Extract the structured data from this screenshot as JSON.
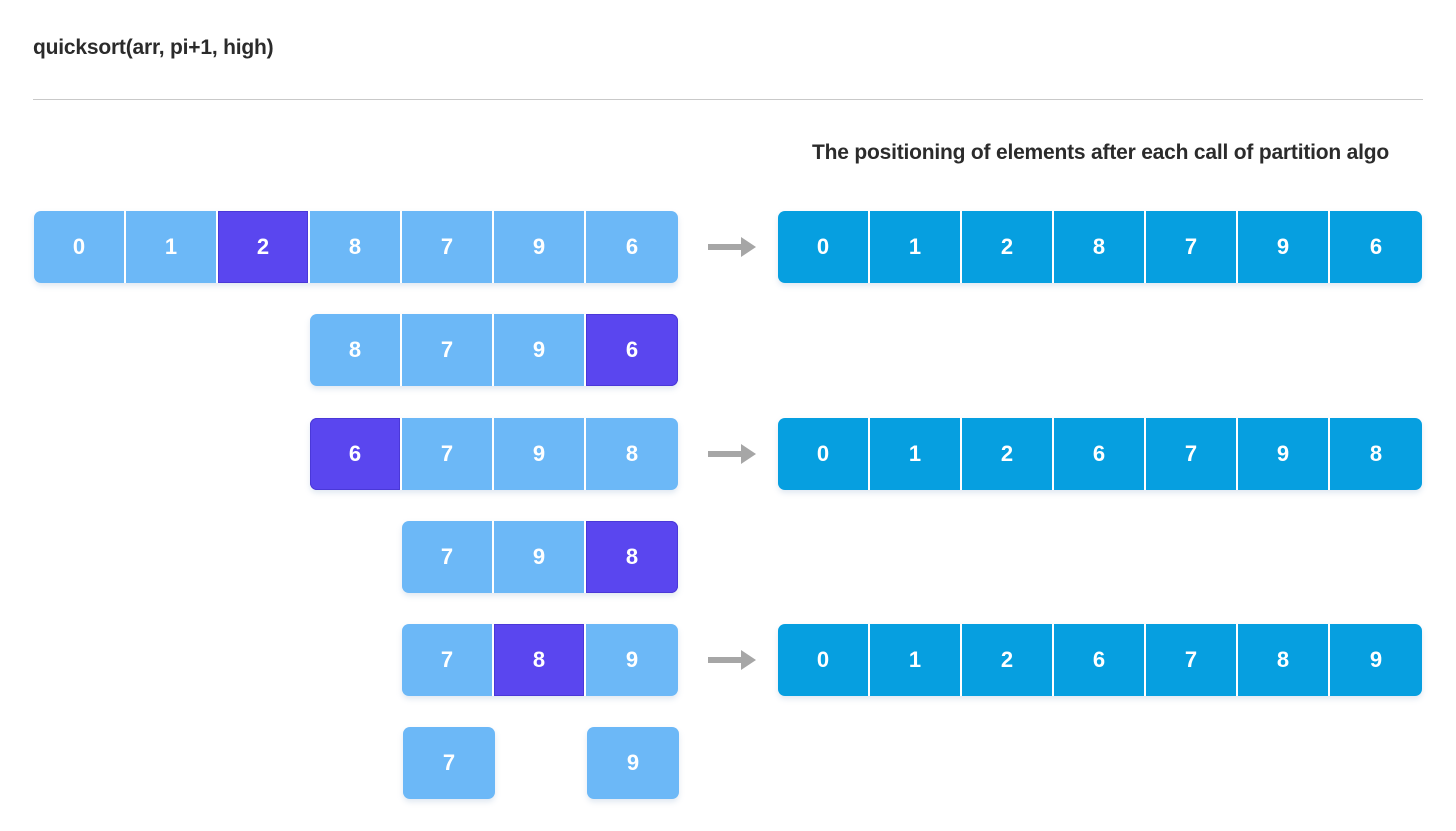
{
  "header": {
    "title": "quicksort(arr, pi+1, high)"
  },
  "result_panel": {
    "heading": "The positioning of elements after each call of partition algo"
  },
  "colors": {
    "cell_default": "#6cb8f7",
    "cell_pivot": "#5a46ef",
    "cell_result": "#069fe0",
    "arrow": "#a6a6a6",
    "text": "#2b2b2b",
    "divider": "#c9c9c9",
    "cell_label": "#ffffff"
  },
  "icons": {
    "arrow": "arrow-right-icon"
  },
  "left_rows": [
    {
      "id": "row-1",
      "values": [
        "0",
        "1",
        "2",
        "8",
        "7",
        "9",
        "6"
      ],
      "pivot_index": 2,
      "has_arrow": true
    },
    {
      "id": "row-2",
      "values": [
        "8",
        "7",
        "9",
        "6"
      ],
      "pivot_index": 3,
      "has_arrow": false
    },
    {
      "id": "row-3",
      "values": [
        "6",
        "7",
        "9",
        "8"
      ],
      "pivot_index": 0,
      "has_arrow": true
    },
    {
      "id": "row-4",
      "values": [
        "7",
        "9",
        "8"
      ],
      "pivot_index": 2,
      "has_arrow": false
    },
    {
      "id": "row-5",
      "values": [
        "7",
        "8",
        "9"
      ],
      "pivot_index": 1,
      "has_arrow": true
    }
  ],
  "final_singles": [
    {
      "id": "single-1",
      "value": "7"
    },
    {
      "id": "single-2",
      "value": "9"
    }
  ],
  "result_rows": [
    {
      "id": "result-1",
      "values": [
        "0",
        "1",
        "2",
        "8",
        "7",
        "9",
        "6"
      ]
    },
    {
      "id": "result-2",
      "values": [
        "0",
        "1",
        "2",
        "6",
        "7",
        "9",
        "8"
      ]
    },
    {
      "id": "result-3",
      "values": [
        "0",
        "1",
        "2",
        "6",
        "7",
        "8",
        "9"
      ]
    }
  ]
}
